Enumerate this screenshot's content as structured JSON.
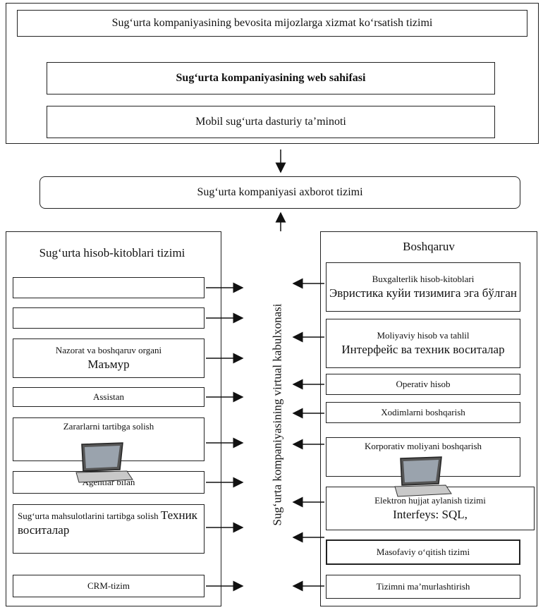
{
  "top_panel": {
    "title": "Sug‘urta kompaniyasining bevosita mijozlarga xizmat ko‘rsatish tizimi",
    "items": [
      {
        "label": "Sug‘urta kompaniyasining web sahifasi"
      },
      {
        "label": "Mobil sug‘urta dasturiy ta’minoti"
      }
    ]
  },
  "center": {
    "title": "Sug‘urta kompaniyasi axborot tizimi",
    "vertical_label": "Sug‘urta kompaniyasining virtual kabulxonasi"
  },
  "left_panel": {
    "title": "Sug‘urta hisob-kitoblari tizimi",
    "items": [
      {
        "text": ""
      },
      {
        "text": ""
      },
      {
        "text": "Nazorat va boshqaruv organi",
        "extra": "Маъмур"
      },
      {
        "text": "Assistan"
      },
      {
        "text": "Zararlarni tartibga solish"
      },
      {
        "text": "Agentlar bilan"
      },
      {
        "text": "Sug‘urta mahsulotlarini tartibga solish",
        "extra": "Техник воситалар"
      },
      {
        "text": "CRM-tizim"
      }
    ]
  },
  "right_panel": {
    "title": "Boshqaruv",
    "items": [
      {
        "text": "Buxgalterlik hisob-kitoblari",
        "extra": "Эвристика куйи тизимига эга бўлган"
      },
      {
        "text": "Moliyaviy hisob va  tahlil",
        "extra": "Интерфейс ва техник воситалар"
      },
      {
        "text": "Operativ hisob"
      },
      {
        "text": "Xodimlarni boshqarish"
      },
      {
        "text": "Korporativ moliyani boshqarish"
      },
      {
        "text": "Elektron hujjat aylanish tizimi",
        "extra": "Interfeys: SQL,"
      },
      {
        "text": "Masofaviy o‘qitish tizimi"
      },
      {
        "text": "Tizimni ma’murlashtirish"
      }
    ]
  }
}
